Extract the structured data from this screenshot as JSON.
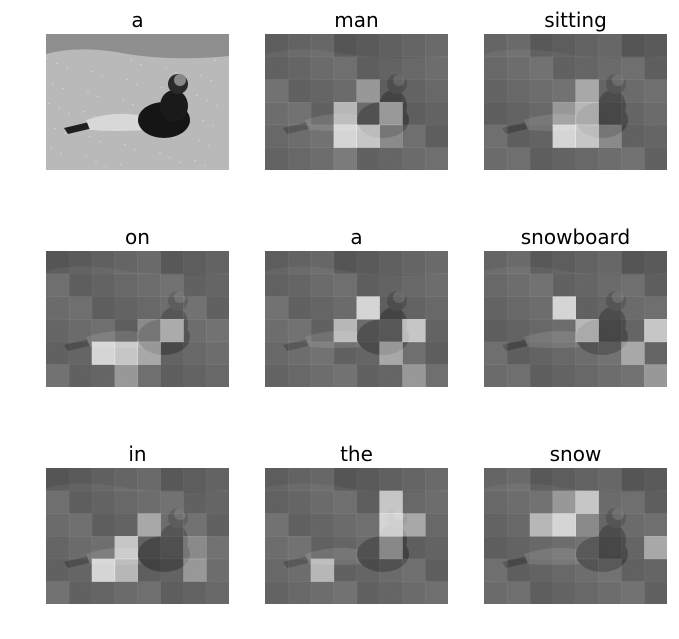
{
  "figure": {
    "panels": [
      {
        "word": "a",
        "mode": "original"
      },
      {
        "word": "man",
        "mode": "attention",
        "hot": [
          [
            4,
            3
          ],
          [
            4,
            4
          ],
          [
            3,
            3
          ],
          [
            3,
            5
          ],
          [
            2,
            4
          ],
          [
            4,
            5
          ],
          [
            5,
            3
          ]
        ]
      },
      {
        "word": "sitting",
        "mode": "attention",
        "hot": [
          [
            4,
            3
          ],
          [
            4,
            4
          ],
          [
            3,
            4
          ],
          [
            2,
            4
          ],
          [
            3,
            3
          ],
          [
            4,
            5
          ]
        ]
      },
      {
        "word": "on",
        "mode": "attention",
        "hot": [
          [
            4,
            2
          ],
          [
            4,
            3
          ],
          [
            3,
            5
          ],
          [
            4,
            4
          ],
          [
            5,
            3
          ],
          [
            3,
            4
          ]
        ]
      },
      {
        "word": "a",
        "mode": "attention",
        "hot": [
          [
            2,
            4
          ],
          [
            3,
            6
          ],
          [
            3,
            3
          ],
          [
            4,
            5
          ],
          [
            5,
            6
          ]
        ]
      },
      {
        "word": "snowboard",
        "mode": "attention",
        "hot": [
          [
            2,
            3
          ],
          [
            3,
            7
          ],
          [
            3,
            4
          ],
          [
            4,
            6
          ],
          [
            5,
            7
          ]
        ]
      },
      {
        "word": "in",
        "mode": "attention",
        "hot": [
          [
            4,
            2
          ],
          [
            3,
            3
          ],
          [
            4,
            3
          ],
          [
            2,
            4
          ],
          [
            4,
            6
          ],
          [
            3,
            6
          ]
        ]
      },
      {
        "word": "the",
        "mode": "attention",
        "hot": [
          [
            2,
            5
          ],
          [
            1,
            5
          ],
          [
            4,
            2
          ],
          [
            2,
            6
          ],
          [
            3,
            5
          ]
        ]
      },
      {
        "word": "snow",
        "mode": "attention",
        "hot": [
          [
            2,
            3
          ],
          [
            1,
            4
          ],
          [
            2,
            2
          ],
          [
            3,
            7
          ],
          [
            1,
            3
          ],
          [
            2,
            4
          ]
        ]
      }
    ]
  }
}
